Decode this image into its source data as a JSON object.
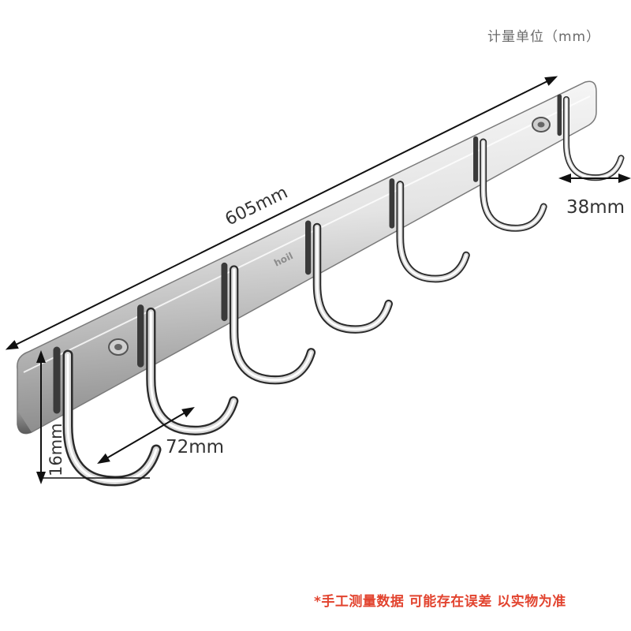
{
  "unit_note": "计量单位（mm）",
  "disclaimer": "*手工测量数据 可能存在误差 以实物为准",
  "dimensions": {
    "total_length": "605mm",
    "hook_spacing": "72mm",
    "hook_depth": "38mm",
    "plate_height": "16mm"
  },
  "product": {
    "hook_count": 7,
    "brand_mark": "hoil"
  }
}
